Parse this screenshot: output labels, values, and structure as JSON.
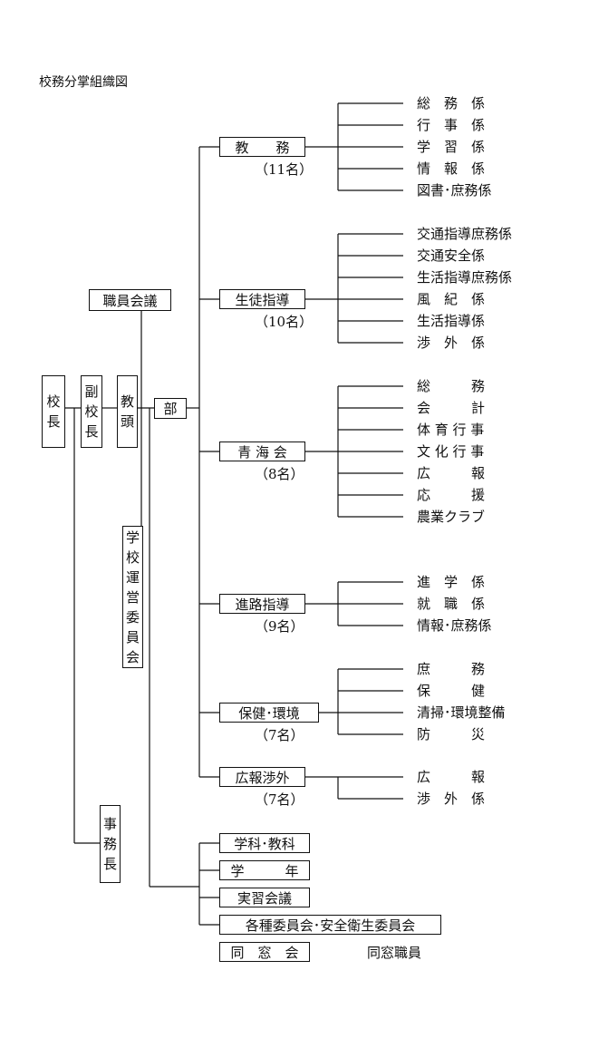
{
  "title": "校務分掌組織図",
  "left_vertical_boxes": {
    "principal": "校長",
    "vice_principal": "副校長",
    "head_teacher": "教頭"
  },
  "staff_meeting": "職員会議",
  "department_label": "部",
  "school_management_committee": "学校運営委員会",
  "office_manager": "事務長",
  "departments": [
    {
      "name": "教　　務",
      "count": "（11名）",
      "items": [
        "総　務　係",
        "行　事　係",
        "学　習　係",
        "情　報　係",
        "図書･庶務係"
      ]
    },
    {
      "name": "生徒指導",
      "count": "（10名）",
      "items": [
        "交通指導庶務係",
        "交通安全係",
        "生活指導庶務係",
        "風　紀　係",
        "生活指導係",
        "渉　外　係"
      ]
    },
    {
      "name": "青 海 会",
      "count": "（8名）",
      "items": [
        "総　　　務",
        "会　　　計",
        "体 育 行 事",
        "文 化 行 事",
        "広　　　報",
        "応　　　援",
        "農業クラブ"
      ]
    },
    {
      "name": "進路指導",
      "count": "（9名）",
      "items": [
        "進　学　係",
        "就　職　係",
        "情報･庶務係"
      ]
    },
    {
      "name": "保健･環境",
      "count": "（7名）",
      "items": [
        "庶　　　務",
        "保　　　健",
        "清掃･環境整備",
        "防　　　災"
      ]
    },
    {
      "name": "広報渉外",
      "count": "（7名）",
      "items": [
        "広　　　報",
        "渉　外　係"
      ]
    }
  ],
  "bottom_boxes": [
    "学科･教科",
    "学　　　年",
    "実習会議",
    "各種委員会･安全衛生委員会"
  ],
  "alumni": {
    "box": "同　窓　会",
    "label": "同窓職員"
  }
}
